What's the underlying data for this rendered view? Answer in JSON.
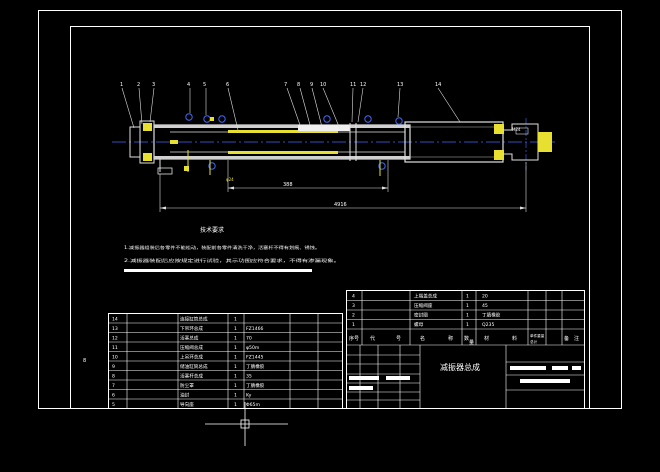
{
  "drawing": {
    "balloons": [
      "1",
      "2",
      "3",
      "4",
      "5",
      "6",
      "7",
      "8",
      "9",
      "10",
      "11",
      "12",
      "13",
      "14"
    ],
    "dims": {
      "mid": "388",
      "total": "4916",
      "thread": "M24",
      "small": "φ24"
    },
    "notes": {
      "title": "技术要求",
      "items": [
        "1.减振器组装后各零件不能松动，装配前各零件清洗干净，活塞杆不得有划痕、锈蚀。",
        "2.减振器装配后应按规定进行试验，其示功图应符合要求，不得有渗漏现象。"
      ]
    },
    "parts": [
      {
        "no": "14",
        "name": "连接缸筒总成",
        "qty": "1",
        "spec": ""
      },
      {
        "no": "13",
        "name": "下吊环总成",
        "qty": "1",
        "spec": "FZ1466"
      },
      {
        "no": "12",
        "name": "活塞总成",
        "qty": "1",
        "spec": "70"
      },
      {
        "no": "11",
        "name": "压缩阀总成",
        "qty": "1",
        "spec": "φ50m"
      },
      {
        "no": "10",
        "name": "上吊环总成",
        "qty": "1",
        "spec": "FZ1445"
      },
      {
        "no": "9",
        "name": "储油缸筒总成",
        "qty": "1",
        "spec": "丁腈橡胶"
      },
      {
        "no": "8",
        "name": "活塞杆总成",
        "qty": "1",
        "spec": "35"
      },
      {
        "no": "7",
        "name": "防尘罩",
        "qty": "1",
        "spec": "丁腈橡胶"
      },
      {
        "no": "6",
        "name": "油封",
        "qty": "1",
        "spec": "Ky"
      },
      {
        "no": "5",
        "name": "导向座",
        "qty": "1",
        "spec": "Φ65m"
      }
    ],
    "bom_upper": [
      {
        "no": "4",
        "name": "上端盖总成",
        "qty": "1",
        "mat": "20"
      },
      {
        "no": "3",
        "name": "压缩阀座",
        "qty": "1",
        "mat": "45"
      },
      {
        "no": "2",
        "name": "密封圈",
        "qty": "1",
        "mat": "丁腈橡胶"
      },
      {
        "no": "1",
        "name": "螺母",
        "qty": "1",
        "mat": "Q235"
      }
    ],
    "bom_header": [
      "序号",
      "代",
      "号",
      "名",
      "称",
      "数",
      "量",
      "材",
      "料",
      "单件重量",
      "总计",
      "备",
      "注"
    ],
    "title_block": {
      "title": "减振器总成"
    },
    "side_mark": "8"
  }
}
